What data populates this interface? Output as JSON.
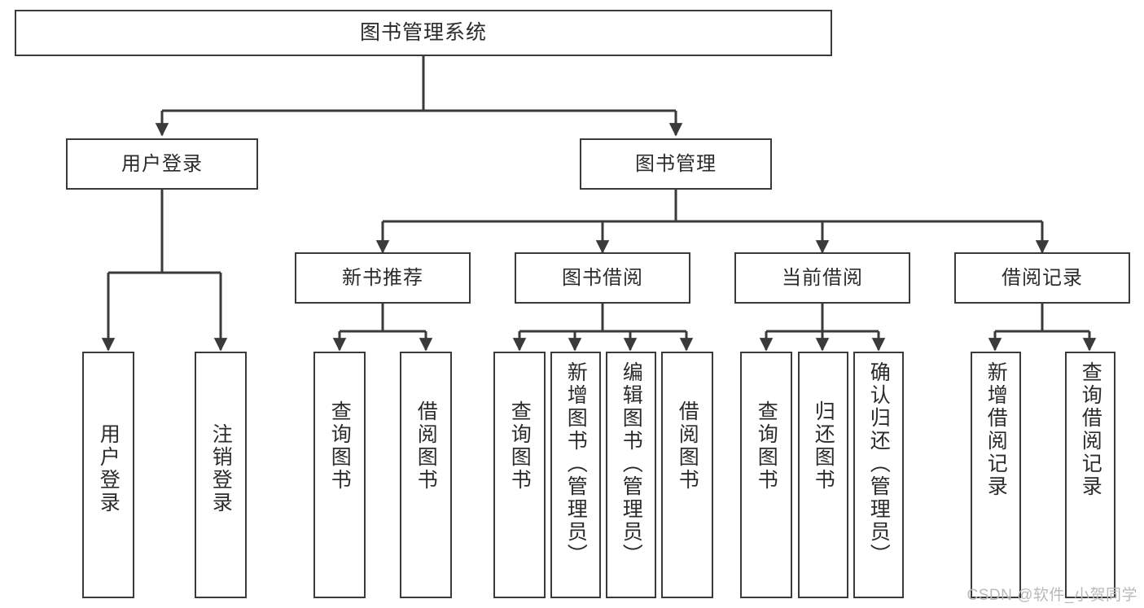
{
  "diagram": {
    "type": "tree",
    "title": "图书管理系统",
    "watermark": "CSDN @软件_小贺同学",
    "stroke_color": "#3a3a3a",
    "text_color": "#2b2b2b",
    "background_color": "#ffffff",
    "watermark_color": "#b9b9b9"
  },
  "nodes": {
    "root": {
      "label": "图书管理系统"
    },
    "level2": [
      {
        "label": "用户登录"
      },
      {
        "label": "图书管理"
      }
    ],
    "level3": [
      {
        "label": "新书推荐"
      },
      {
        "label": "图书借阅"
      },
      {
        "label": "当前借阅"
      },
      {
        "label": "借阅记录"
      }
    ],
    "leaves": {
      "user_login": [
        {
          "label": "用户登录"
        },
        {
          "label": "注销登录"
        }
      ],
      "new_book": [
        {
          "label": "查询图书"
        },
        {
          "label": "借阅图书"
        }
      ],
      "book_borrow": [
        {
          "label": "查询图书"
        },
        {
          "label": "新增图书（管理员）"
        },
        {
          "label": "编辑图书（管理员）"
        },
        {
          "label": "借阅图书"
        }
      ],
      "current_borrow": [
        {
          "label": "查询图书"
        },
        {
          "label": "归还图书"
        },
        {
          "label": "确认归还（管理员）"
        }
      ],
      "borrow_record": [
        {
          "label": "新增借阅记录"
        },
        {
          "label": "查询借阅记录"
        }
      ]
    }
  }
}
